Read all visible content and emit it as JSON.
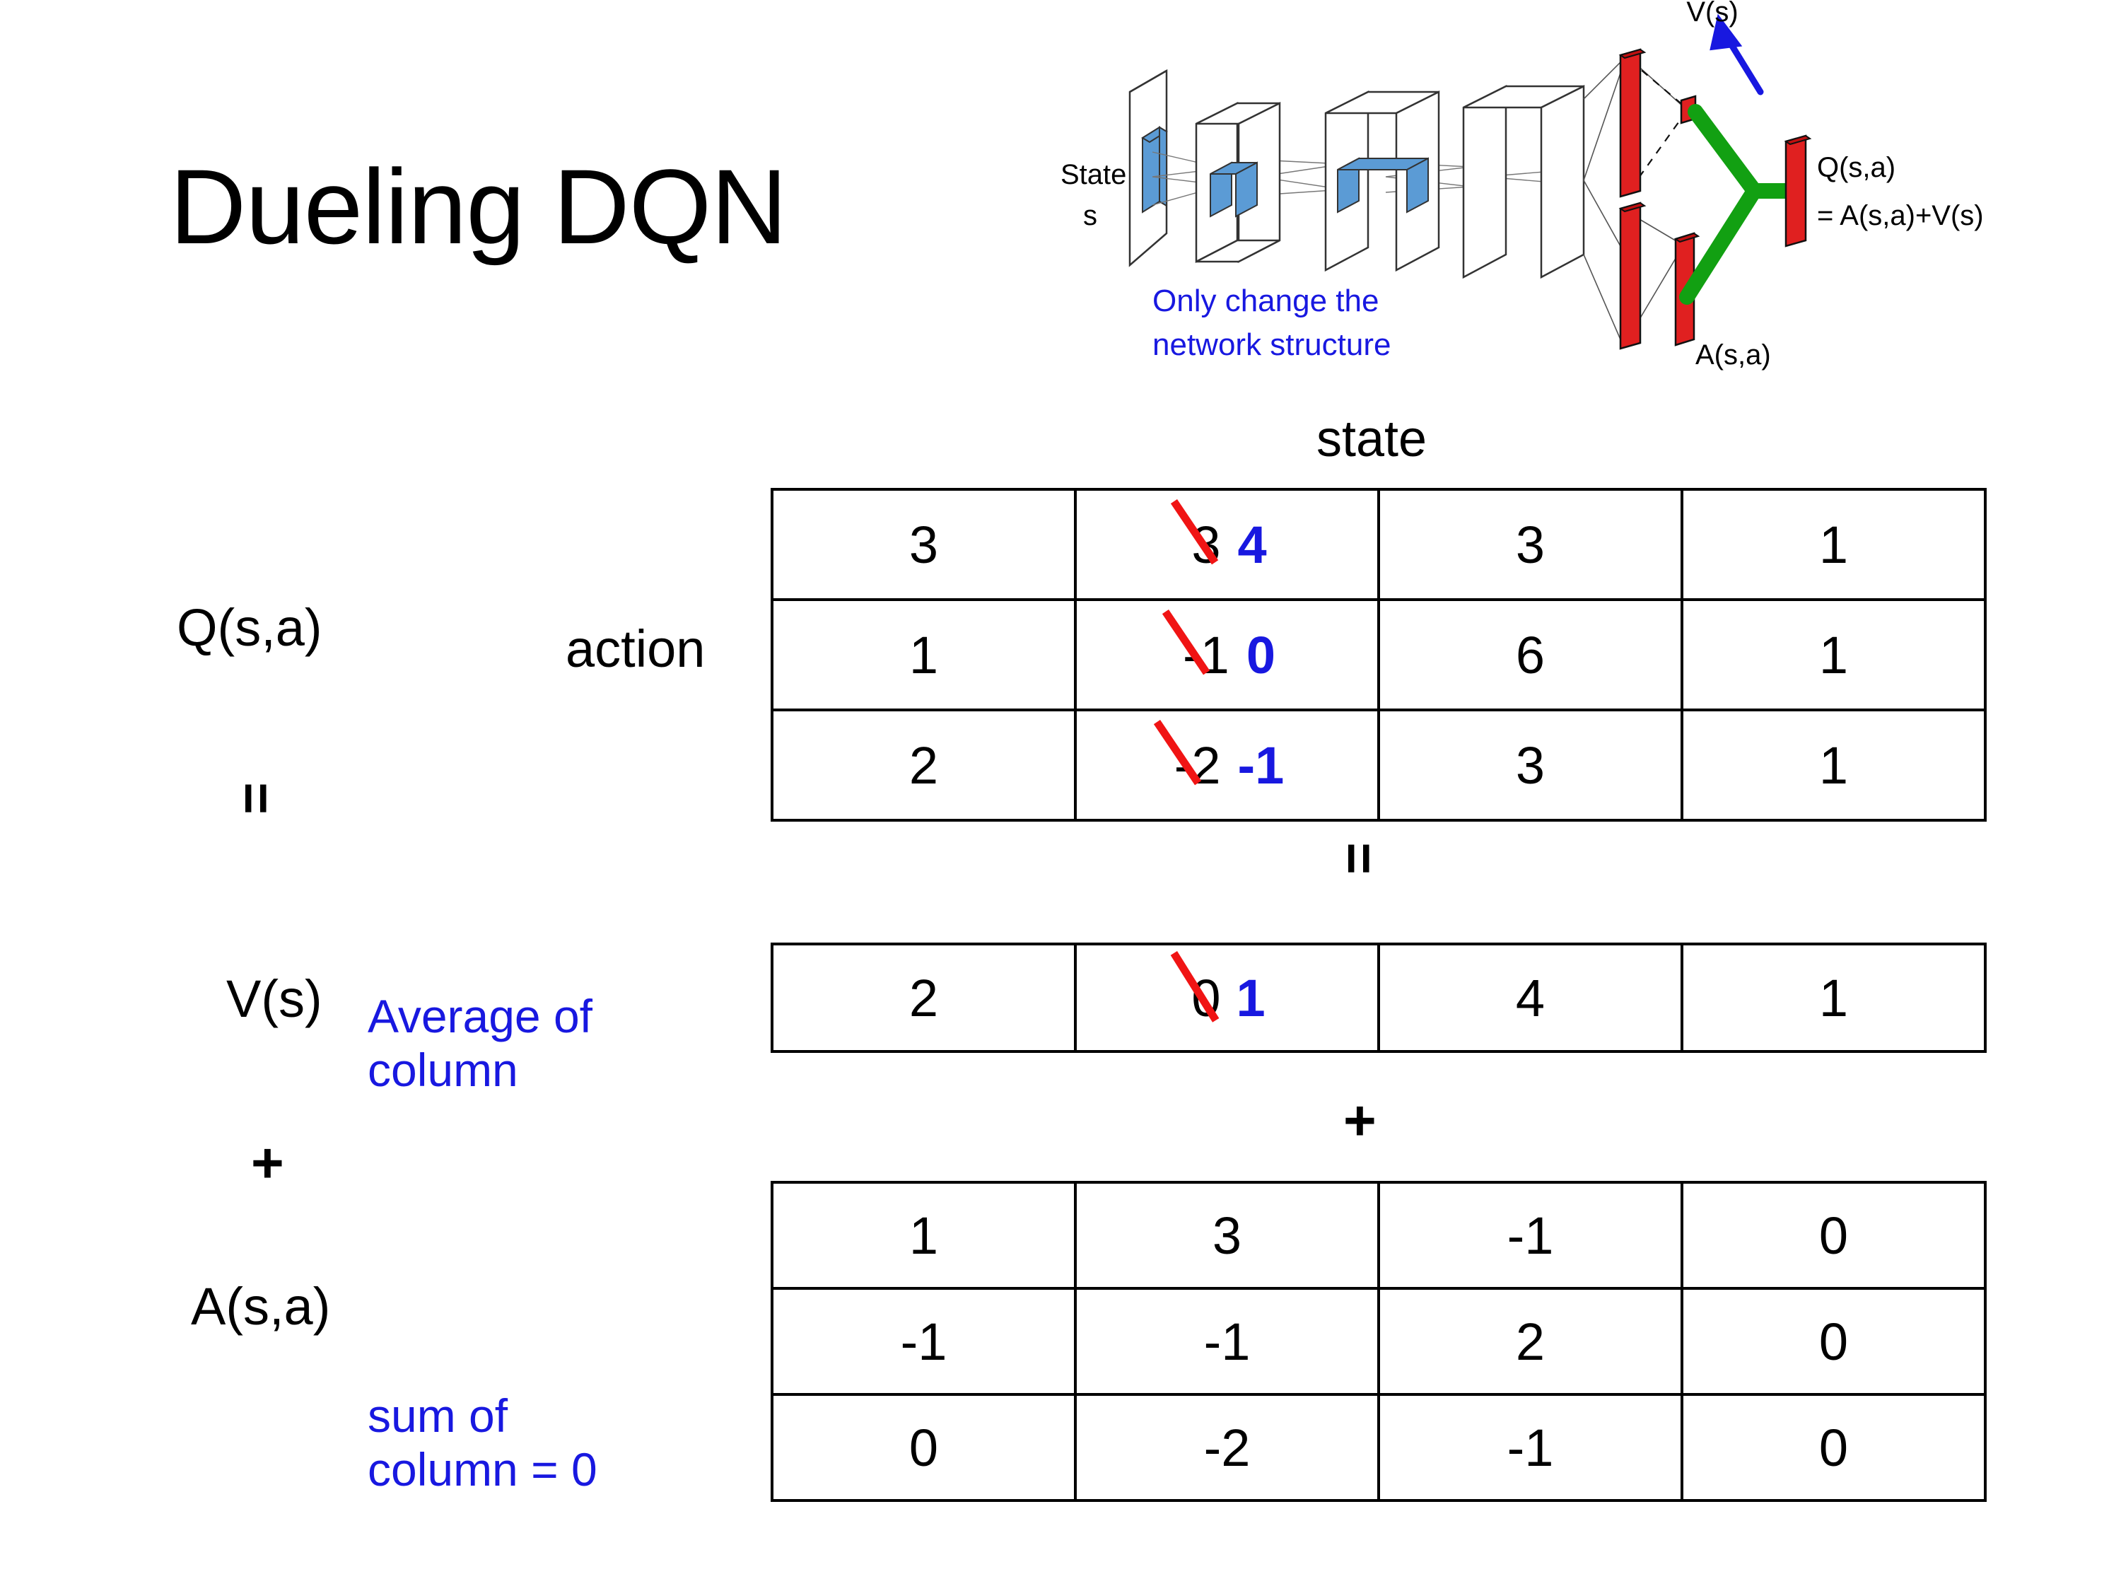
{
  "slide": {
    "title": "Dueling DQN"
  },
  "diagram": {
    "state_label": "State",
    "state_sub": "s",
    "v_label": "V(s)",
    "a_label": "A(s,a)",
    "q_label": "Q(s,a)",
    "q_formula": "= A(s,a)+V(s)",
    "note": "Only change the\nnetwork structure",
    "note_line1": "Only change the",
    "note_line2": "network structure",
    "colors": {
      "note": "#1818e0",
      "bar": "#e02020",
      "merge": "#12a012",
      "arrow": "#1818e0",
      "conv": "#5b9bd5"
    }
  },
  "axes": {
    "state": "state",
    "action": "action"
  },
  "labels": {
    "q": "Q(s,a)",
    "v": "V(s)",
    "a": "A(s,a)",
    "equals": "=",
    "plus": "+"
  },
  "notes": {
    "average": "Average of\ncolumn",
    "sum": "sum of\ncolumn = 0",
    "color": "#1818e0"
  },
  "chart_data": {
    "type": "table",
    "title": "Dueling DQN: Q(s,a) = V(s) + A(s,a)",
    "tables": [
      {
        "name": "Q(s,a)",
        "rows": 3,
        "cols": 4,
        "col_axis": "state",
        "row_axis": "action",
        "values": [
          [
            "3",
            "3",
            "3",
            "1"
          ],
          [
            "1",
            "-1",
            "6",
            "1"
          ],
          [
            "2",
            "-2",
            "3",
            "1"
          ]
        ],
        "edits": [
          {
            "row": 0,
            "col": 1,
            "old": "3",
            "new": "4",
            "struck": true
          },
          {
            "row": 1,
            "col": 1,
            "old": "-1",
            "new": "0",
            "struck": true
          },
          {
            "row": 2,
            "col": 1,
            "old": "-2",
            "new": "-1",
            "struck": true
          }
        ]
      },
      {
        "name": "V(s)",
        "rows": 1,
        "cols": 4,
        "values": [
          [
            "2",
            "0",
            "4",
            "1"
          ]
        ],
        "edits": [
          {
            "row": 0,
            "col": 1,
            "old": "0",
            "new": "1",
            "struck": true
          }
        ]
      },
      {
        "name": "A(s,a)",
        "rows": 3,
        "cols": 4,
        "values": [
          [
            "1",
            "3",
            "-1",
            "0"
          ],
          [
            "-1",
            "-1",
            "2",
            "0"
          ],
          [
            "0",
            "-2",
            "-1",
            "0"
          ]
        ],
        "edits": []
      }
    ],
    "strike_color": "#f01414",
    "new_value_color": "#1818e0"
  }
}
